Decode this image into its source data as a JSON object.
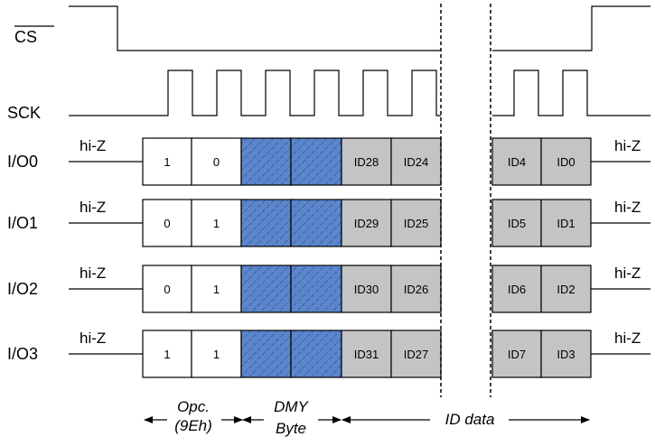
{
  "signals": {
    "cs": "CS",
    "sck": "SCK",
    "io": [
      "I/O0",
      "I/O1",
      "I/O2",
      "I/O3"
    ]
  },
  "hiz": "hi-Z",
  "opcode_bits": [
    [
      "1",
      "0"
    ],
    [
      "0",
      "1"
    ],
    [
      "0",
      "1"
    ],
    [
      "1",
      "1"
    ]
  ],
  "id_first": [
    [
      "ID28",
      "ID24"
    ],
    [
      "ID29",
      "ID25"
    ],
    [
      "ID30",
      "ID26"
    ],
    [
      "ID31",
      "ID27"
    ]
  ],
  "id_last": [
    [
      "ID4",
      "ID0"
    ],
    [
      "ID5",
      "ID1"
    ],
    [
      "ID6",
      "ID2"
    ],
    [
      "ID7",
      "ID3"
    ]
  ],
  "phases": {
    "opc_line1": "Opc.",
    "opc_line2": "(9Eh)",
    "dmy_line1": "DMY",
    "dmy_line2": "Byte",
    "id_data": "ID data"
  },
  "colors": {
    "dummy_fill": "#5b86cc",
    "id_fill": "#c4c4c4",
    "line": "#000000"
  }
}
